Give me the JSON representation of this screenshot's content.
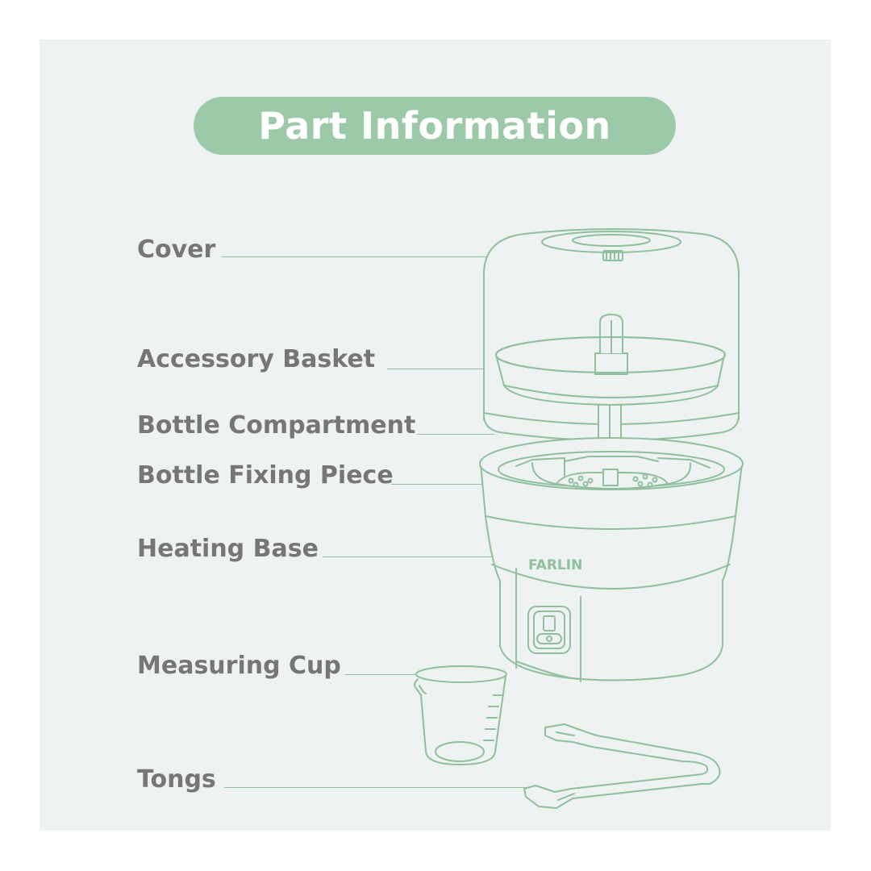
{
  "title": "Part Information",
  "brand": "FARLIN",
  "parts": [
    {
      "label": "Cover"
    },
    {
      "label": "Accessory Basket"
    },
    {
      "label": "Bottle Compartment"
    },
    {
      "label": "Bottle Fixing Piece"
    },
    {
      "label": "Heating Base"
    },
    {
      "label": "Measuring Cup"
    },
    {
      "label": "Tongs"
    }
  ],
  "colors": {
    "background": "#eef2f2",
    "accent": "#9ccaa9",
    "outline": "#8fbf9c",
    "label_text": "#767676",
    "title_text": "#ffffff"
  }
}
